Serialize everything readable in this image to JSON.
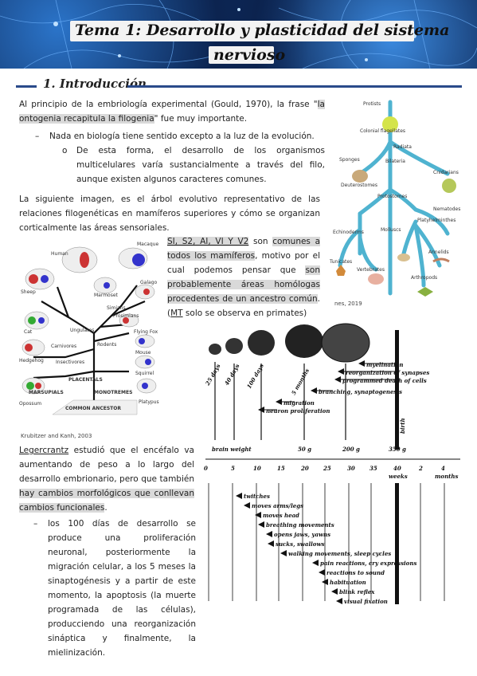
{
  "header": {
    "title_line1": "Tema 1: Desarrollo y plasticidad del sistema",
    "title_line2": "nervioso"
  },
  "section": {
    "title": "1. Introducción"
  },
  "intro": {
    "para1_a": "Al principio de la embriología experimental (Gould, 1970), la frase \"",
    "para1_hl1": "la",
    "para1_hl2": "ontogenia recapitula la filogenia",
    "para1_b": "\" fue muy importante.",
    "dash1": "Nada en biología tiene sentido excepto a la luz de la evolución.",
    "bullet1": "De esta forma, el desarrollo de los organismos multicelulares varía sustancialmente a través del filo, aunque existen algunos caracteres comunes.",
    "para2": "La siguiente imagen, es el árbol evolutivo representativo de las relaciones filogenéticas en mamíferos superiores y cómo se organizan corticalmente las áreas sensoriales."
  },
  "areas": {
    "lead": "SI, S2, AI, VI Y V2",
    "t1": " son ",
    "h1": "comunes a todos los mamíferos",
    "t2": ", motivo por el cual podemos pensar que ",
    "h2": "son probablemente áreas homólogas procedentes de un ancestro común",
    "t3": ". (",
    "mt": "MT",
    "t4": " solo se observa en primates)"
  },
  "weight": {
    "name": "Legercrantz",
    "t1": " estudió que el encéfalo va aumentando de peso a lo largo del desarrollo embrionario, pero que también ",
    "h1": "hay cambios morfológicos que conllevan cambios funcionales",
    "t2": ".",
    "dash": "los 100 días de desarrollo se produce una proliferación neuronal, posteriormente la migración celular, a los 5 meses la sinaptogénesis y a partir de este momento, la apoptosis (la muerte programada de las células), producciendo una reorganización sináptica y finalmente, la mielinización."
  },
  "phylo_tree": {
    "labels": [
      "Protists",
      "Colonial flagellates",
      "Radiata",
      "Bilateria",
      "Sponges",
      "Cnidarians",
      "Deuterostomes",
      "Protostomes",
      "Nematodes",
      "Platyhelminthes",
      "Echinoderms",
      "Molluscs",
      "Annelids",
      "Tunicates",
      "Vertebrates",
      "Arthropods"
    ],
    "credit": "nes, 2019"
  },
  "mammal_tree": {
    "labels": [
      "Human",
      "Macaque",
      "Marmoset",
      "Sheep",
      "Galago",
      "Simians",
      "Prosimians",
      "Ungulates",
      "Cat",
      "Flying Fox",
      "Carnivores",
      "Mouse",
      "Rodents",
      "Hedgehog",
      "Insectivores",
      "Squirrel",
      "PLACENTALS",
      "MARSUPIALS",
      "MONOTREMES",
      "Opossum",
      "Platypus",
      "COMMON ANCESTOR"
    ],
    "credit": "Krubitzer and Kanh, 2003"
  },
  "dev_chart": {
    "ages": [
      "25 days",
      "40 days",
      "100 days",
      "5 months"
    ],
    "events": [
      "myelination",
      "reorganization of synapses",
      "programmed death of cells",
      "branching, synaptogenesis",
      "migration",
      "neuron proliferation"
    ],
    "birth": "birth",
    "weight_label": "brain weight",
    "weights": [
      "50 g",
      "200 g",
      "350 g"
    ],
    "axis": [
      "0",
      "5",
      "10",
      "15",
      "20",
      "25",
      "30",
      "35",
      "40",
      "2",
      "4"
    ],
    "axis_units": [
      "weeks",
      "months"
    ],
    "behaviors": [
      "twitches",
      "moves arms/legs",
      "moves head",
      "breathing movements",
      "opens jaws, yawns",
      "sucks, swallows",
      "walking movements, sleep cycles",
      "pain reactions, cry expressions",
      "reactions to sound",
      "habituation",
      "blink reflex",
      "visual fixation"
    ]
  }
}
